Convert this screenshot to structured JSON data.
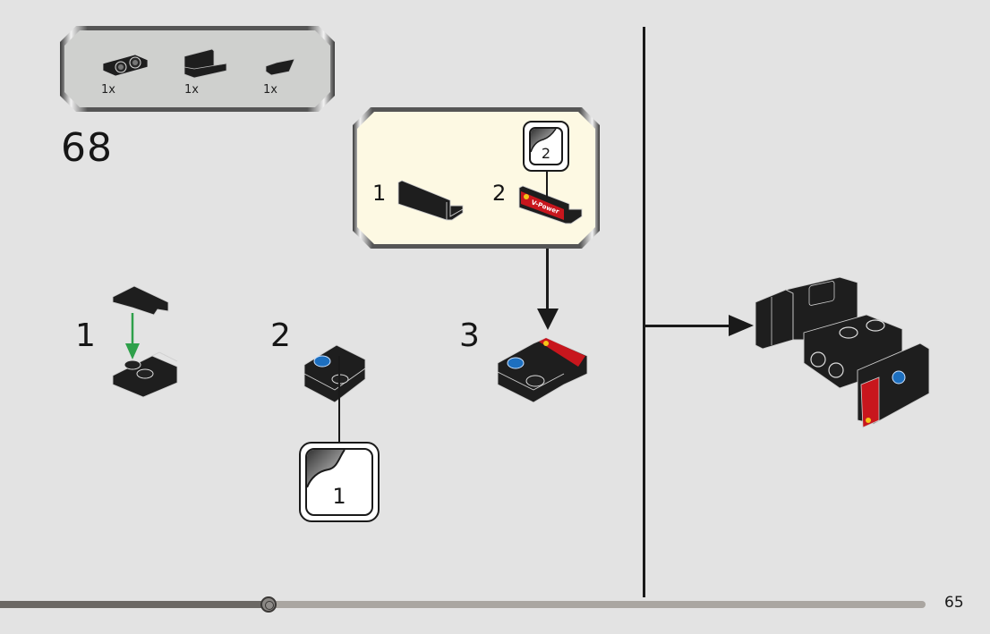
{
  "document": {
    "type": "building-instructions",
    "step_number": "68",
    "page_number": "65",
    "progress_fraction": 0.29
  },
  "parts_list": {
    "items": [
      {
        "icon": "bracket-plate-icon",
        "qty": "1x"
      },
      {
        "icon": "panel-icon",
        "qty": "1x"
      },
      {
        "icon": "wedge-plate-icon",
        "qty": "1x"
      }
    ]
  },
  "sub_assembly": {
    "steps": [
      {
        "number": "1",
        "icon": "panel-icon"
      },
      {
        "number": "2",
        "icon": "panel-with-sticker-icon",
        "sticker": "2",
        "sticker_text": "V-Power"
      }
    ]
  },
  "main_steps": [
    {
      "number": "1",
      "description": "wedge onto plate"
    },
    {
      "number": "2",
      "sticker": "1"
    },
    {
      "number": "3"
    }
  ],
  "colors": {
    "background": "#e3e3e3",
    "parts_box_fill": "#cfd0ce",
    "sub_box_fill": "#fdf9e3",
    "brick_black": "#1e1e1e",
    "sticker_red": "#c8161d",
    "arrow_green": "#2ea04a",
    "logo_blue": "#1d6fbf",
    "progress_done": "#6b6864",
    "progress_remaining": "#aaa6a1"
  }
}
